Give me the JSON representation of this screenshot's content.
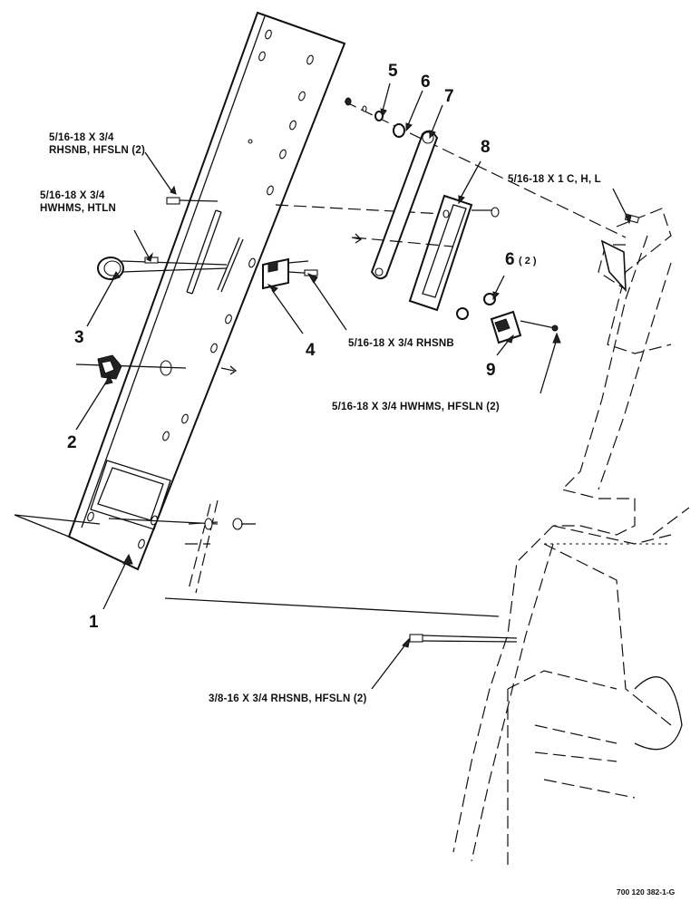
{
  "diagram": {
    "callouts": {
      "c1": "1",
      "c2": "2",
      "c3": "3",
      "c4": "4",
      "c5": "5",
      "c6a": "6",
      "c6b": "6",
      "c6b_qty": "( 2 )",
      "c7": "7",
      "c8": "8",
      "c9": "9"
    },
    "hardware_notes": {
      "n1": "5/16-18 X 3/4",
      "n1b": "RHSNB, HFSLN (2)",
      "n2": "5/16-18 X 3/4",
      "n2b": "HWHMS, HTLN",
      "n3": "5/16-18 X 1 C, H, L",
      "n4": "5/16-18 X 3/4 RHSNB",
      "n5": "5/16-18 X 3/4 HWHMS, HFSLN (2)",
      "n6": "3/8-16 X 3/4 RHSNB, HFSLN (2)"
    },
    "drawing_number": "700 120 382-1-G"
  }
}
